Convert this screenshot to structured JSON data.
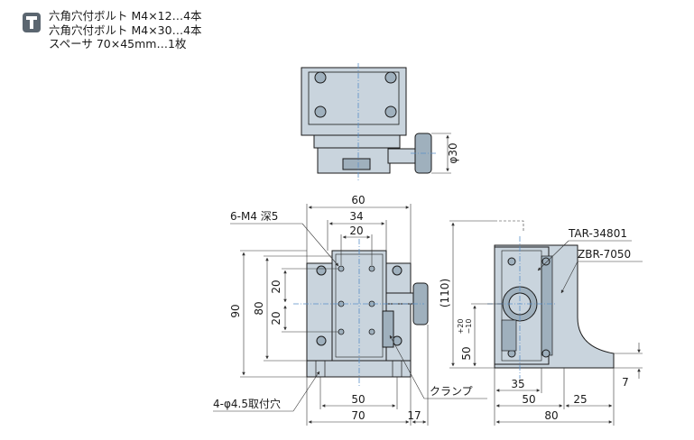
{
  "parts_list": [
    "六角穴付ボルト M4×12…4本",
    "六角穴付ボルト M4×30…4本",
    "スペーサ 70×45mm…1枚"
  ],
  "icon": "screw-icon",
  "colors": {
    "body": "#c9d4dd",
    "body_dark": "#9fb0bd",
    "line": "#1a1a1a",
    "dim": "#333333",
    "center": "#5a8fc8"
  },
  "front_view": {
    "labels": {
      "tapped_holes": "6-M4 深5",
      "mount_holes": "4-φ4.5取付穴",
      "clamp": "クランプ"
    },
    "dims": {
      "w60": "60",
      "w34": "34",
      "w20": "20",
      "h90": "90",
      "h80": "80",
      "v20a": "20",
      "v20b": "20",
      "b50": "50",
      "b70": "70",
      "r17": "17"
    }
  },
  "top_view": {
    "dims": {
      "knob_dia": "φ30"
    }
  },
  "side_view": {
    "labels": {
      "stage_model": "TAR-34801",
      "bracket_model": "ZBR-7050"
    },
    "dims": {
      "h110": "(110)",
      "h50": "50",
      "tol_plus": "+20",
      "tol_minus": "−10",
      "d35": "35",
      "d50": "50",
      "d25": "25",
      "d80": "80",
      "d7": "7"
    }
  }
}
